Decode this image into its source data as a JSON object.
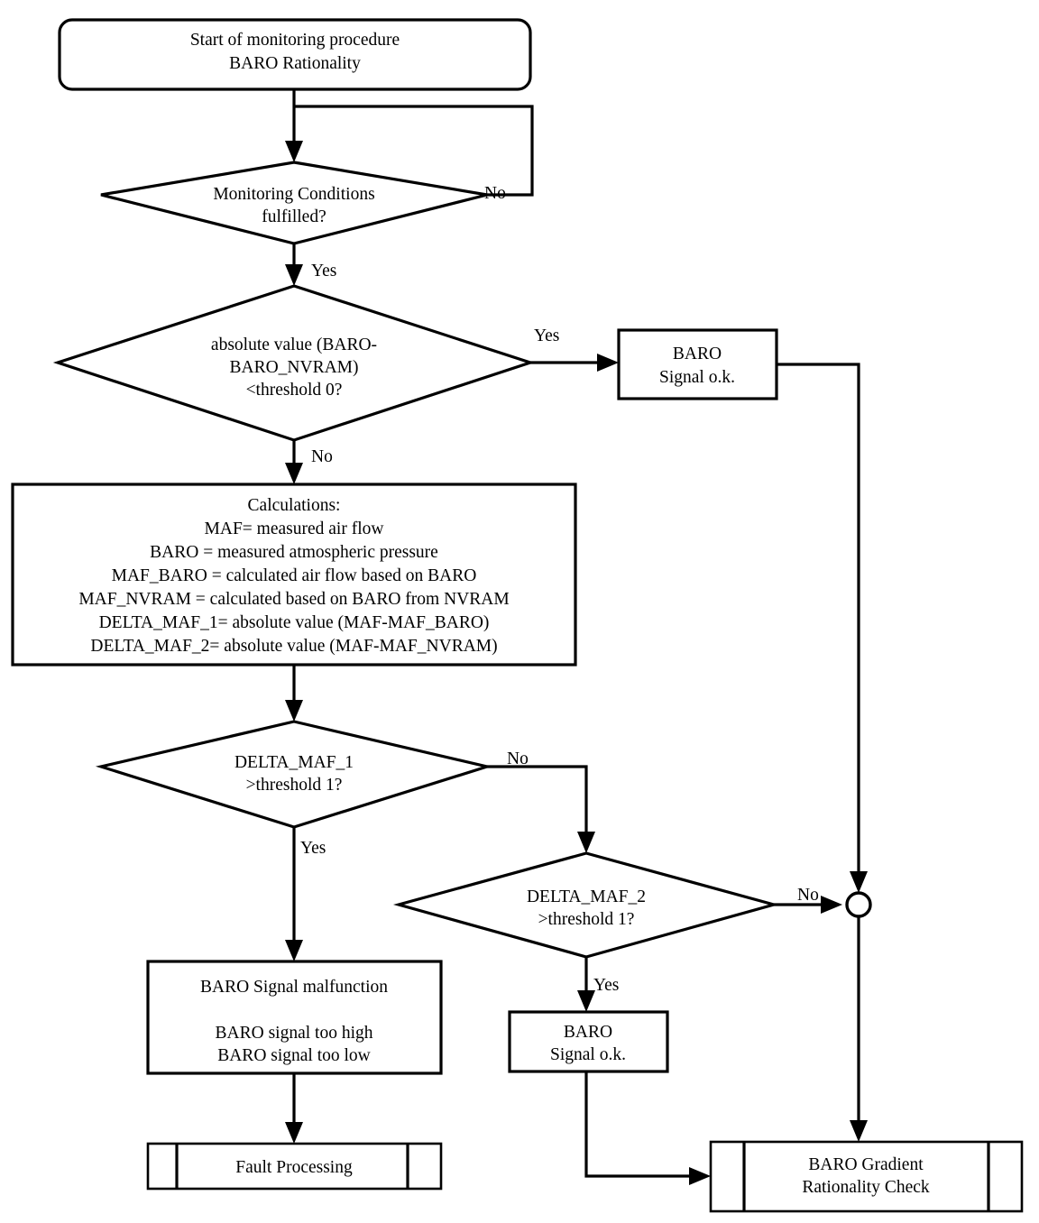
{
  "diagram": {
    "title": "BARO Rationality monitoring procedure flowchart",
    "stroke_color": "#000000",
    "fill_color": "#ffffff",
    "background_color": "#ffffff"
  },
  "nodes": {
    "start": {
      "shape": "rounded-rectangle",
      "lines": [
        "Start of monitoring procedure",
        "BARO Rationality"
      ]
    },
    "monitoring_conditions": {
      "shape": "decision",
      "lines": [
        "Monitoring Conditions",
        "fulfilled?"
      ]
    },
    "abs_threshold0": {
      "shape": "decision",
      "lines": [
        "absolute value (BARO-",
        "BARO_NVRAM)",
        "<threshold 0?"
      ]
    },
    "baro_ok_top": {
      "shape": "rectangle",
      "lines": [
        "BARO",
        "Signal o.k."
      ]
    },
    "calculations": {
      "shape": "rectangle",
      "lines": [
        "Calculations:",
        "MAF= measured air flow",
        "BARO = measured atmospheric pressure",
        "MAF_BARO = calculated air flow based on BARO",
        "MAF_NVRAM = calculated based on BARO from NVRAM",
        "DELTA_MAF_1= absolute value (MAF-MAF_BARO)",
        "DELTA_MAF_2= absolute value (MAF-MAF_NVRAM)"
      ]
    },
    "delta_maf_1": {
      "shape": "decision",
      "lines": [
        "DELTA_MAF_1",
        ">threshold 1?"
      ]
    },
    "delta_maf_2": {
      "shape": "decision",
      "lines": [
        "DELTA_MAF_2",
        ">threshold 1?"
      ]
    },
    "baro_malfunction": {
      "shape": "rectangle",
      "lines": [
        "BARO Signal malfunction",
        "",
        "BARO signal too high",
        "BARO signal too low"
      ]
    },
    "baro_ok_bottom": {
      "shape": "rectangle",
      "lines": [
        "BARO",
        "Signal o.k."
      ]
    },
    "fault_processing": {
      "shape": "predefined-process",
      "lines": [
        "Fault Processing"
      ]
    },
    "baro_gradient": {
      "shape": "predefined-process",
      "lines": [
        "BARO Gradient",
        "Rationality Check"
      ]
    },
    "junction": {
      "shape": "circle-connector",
      "lines": []
    }
  },
  "edge_labels": {
    "monitoring_no": "No",
    "monitoring_yes": "Yes",
    "threshold0_yes": "Yes",
    "threshold0_no": "No",
    "delta1_no": "No",
    "delta1_yes": "Yes",
    "delta2_no": "No",
    "delta2_yes": "Yes"
  }
}
